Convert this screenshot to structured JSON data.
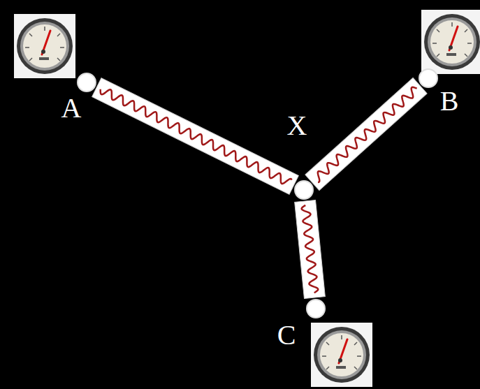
{
  "diagram": {
    "nodes": [
      {
        "text": [
          "A"
        ]
      },
      {
        "text": [
          "B"
        ]
      },
      {
        "text": [
          "X"
        ]
      },
      {
        "text": [
          "C"
        ]
      }
    ],
    "edges": [
      {
        "from": 0,
        "to": 2,
        "arrow": "none"
      },
      {
        "from": 1,
        "to": 2,
        "arrow": "none"
      },
      {
        "from": 2,
        "to": 3,
        "arrow": "none"
      }
    ]
  }
}
